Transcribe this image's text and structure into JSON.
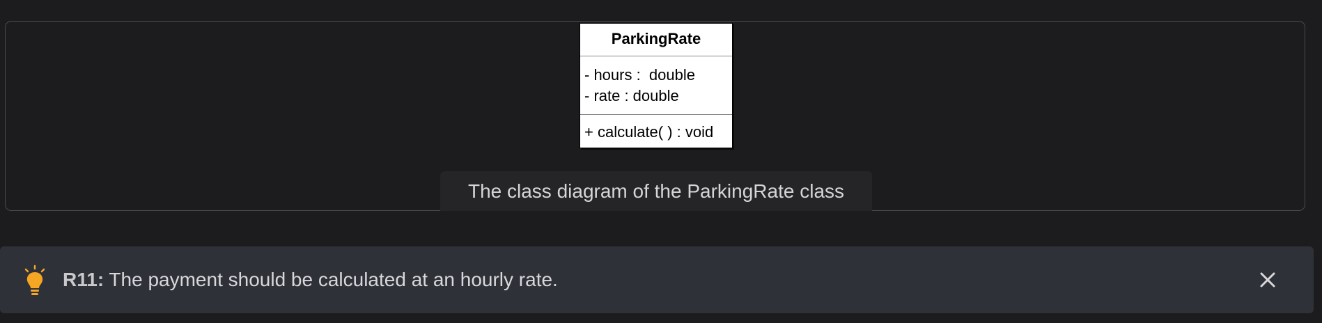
{
  "diagram": {
    "class_name": "ParkingRate",
    "attributes": "- hours :  double\n- rate : double",
    "operations": "+ calculate( ) : void",
    "caption": "The class diagram of the ParkingRate class"
  },
  "tip": {
    "tag": "R11:",
    "text": " The payment should be calculated at an hourly rate.",
    "icon": "lightbulb-icon",
    "icon_color": "#f5a623"
  },
  "controls": {
    "close_icon": "close-icon"
  }
}
